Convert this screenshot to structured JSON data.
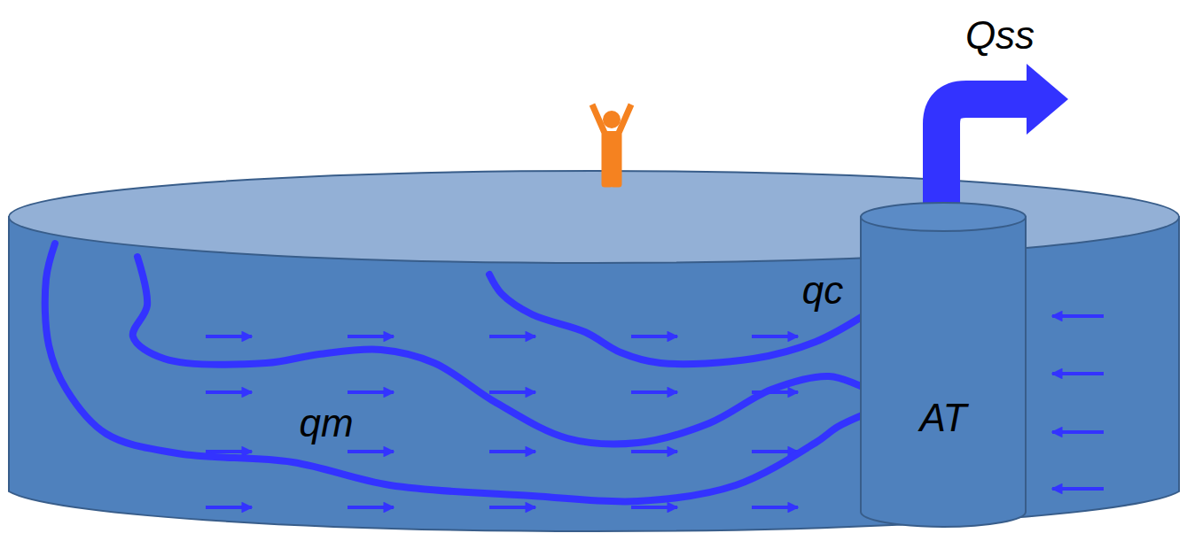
{
  "diagram": {
    "nodes": [
      {
        "text": [
          "AT"
        ]
      }
    ],
    "labels": [
      "Qss",
      "qc",
      "qm"
    ]
  }
}
